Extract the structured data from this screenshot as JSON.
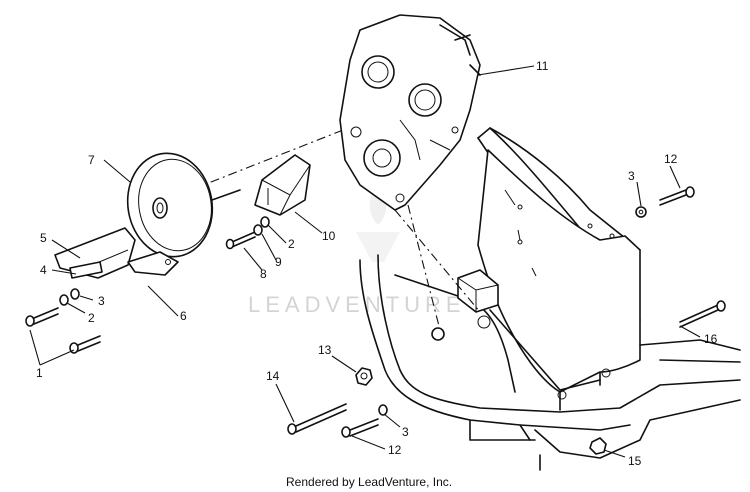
{
  "callouts": {
    "c1": "1",
    "c2a": "2",
    "c2b": "2",
    "c3a": "3",
    "c3b": "3",
    "c3c": "3",
    "c4": "4",
    "c5": "5",
    "c6": "6",
    "c7": "7",
    "c8": "8",
    "c9": "9",
    "c10": "10",
    "c11": "11",
    "c12a": "12",
    "c12b": "12",
    "c13": "13",
    "c14": "14",
    "c15": "15",
    "c16": "16"
  },
  "watermark": "LEADVENTURE",
  "credit": "Rendered by LeadVenture, Inc.",
  "colors": {
    "line": "#111111",
    "background": "#ffffff",
    "watermark": "#d4d4d4"
  }
}
